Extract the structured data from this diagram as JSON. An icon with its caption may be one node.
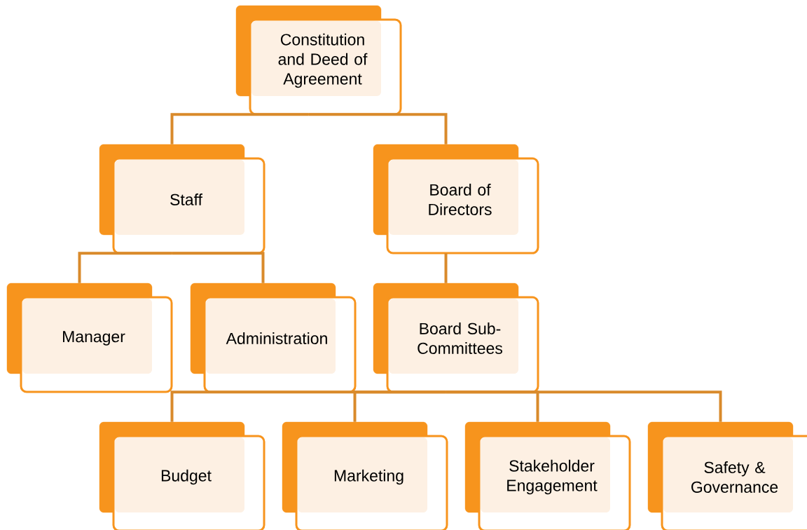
{
  "diagram": {
    "nodes": [
      {
        "text": [
          "Constitution and Deed of Agreement"
        ]
      },
      {
        "text": [
          "Staff"
        ]
      },
      {
        "text": [
          "Board of Directors"
        ]
      },
      {
        "text": [
          "Manager"
        ]
      },
      {
        "text": [
          "Administration"
        ]
      },
      {
        "text": [
          "Board Sub-Committees"
        ]
      },
      {
        "text": [
          "Budget"
        ]
      },
      {
        "text": [
          "Marketing"
        ]
      },
      {
        "text": [
          "Stakeholder Engagement"
        ]
      },
      {
        "text": [
          "Safety & Governance"
        ]
      }
    ],
    "edges": [
      {
        "from": 0,
        "to": 1,
        "arrow": "none"
      },
      {
        "from": 0,
        "to": 2,
        "arrow": "none"
      },
      {
        "from": 1,
        "to": 3,
        "arrow": "none"
      },
      {
        "from": 1,
        "to": 4,
        "arrow": "none"
      },
      {
        "from": 2,
        "to": 5,
        "arrow": "none"
      },
      {
        "from": 5,
        "to": 6,
        "arrow": "none"
      },
      {
        "from": 5,
        "to": 7,
        "arrow": "none"
      },
      {
        "from": 5,
        "to": 8,
        "arrow": "none"
      },
      {
        "from": 5,
        "to": 9,
        "arrow": "none"
      }
    ]
  }
}
